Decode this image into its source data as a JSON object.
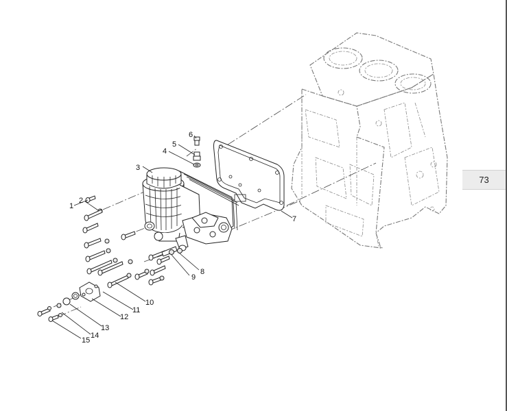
{
  "page_tab": {
    "label": "73"
  },
  "callouts": [
    "1",
    "2",
    "3",
    "4",
    "5",
    "6",
    "7",
    "8",
    "9",
    "10",
    "11",
    "12",
    "13",
    "14",
    "15"
  ]
}
